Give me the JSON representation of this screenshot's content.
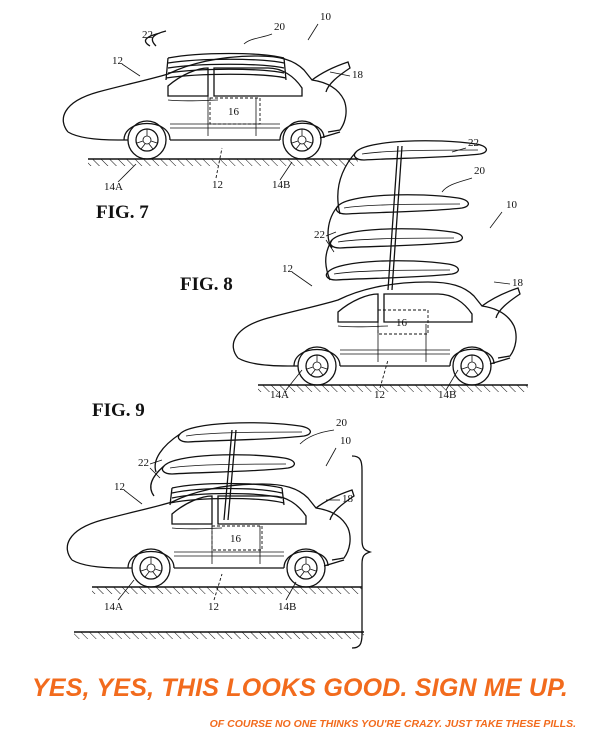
{
  "figures": [
    {
      "title": "FIG. 7",
      "labels": {
        "ref_10": "10",
        "ref_20": "20",
        "ref_22": "22",
        "ref_12_top": "12",
        "ref_18": "18",
        "ref_16": "16",
        "ref_14a": "14A",
        "ref_12_bottom": "12",
        "ref_14b": "14B"
      }
    },
    {
      "title": "FIG. 8",
      "labels": {
        "ref_22_top": "22",
        "ref_20": "20",
        "ref_10": "10",
        "ref_22_side": "22",
        "ref_12_top": "12",
        "ref_18": "18",
        "ref_16": "16",
        "ref_14a": "14A",
        "ref_12_bottom": "12",
        "ref_14b": "14B"
      }
    },
    {
      "title": "FIG. 9",
      "labels": {
        "ref_20": "20",
        "ref_10": "10",
        "ref_22": "22",
        "ref_12_top": "12",
        "ref_18": "18",
        "ref_16": "16",
        "ref_14a": "14A",
        "ref_12_bottom": "12",
        "ref_14b": "14B"
      }
    }
  ],
  "caption": {
    "headline": "YES, YES, THIS LOOKS GOOD. SIGN ME UP.",
    "tagline": "OF COURSE NO ONE THINKS YOU'RE CRAZY. JUST TAKE THESE PILLS.",
    "color": "#f26b1d"
  },
  "colors": {
    "ink": "#111111",
    "paper": "#ffffff"
  }
}
